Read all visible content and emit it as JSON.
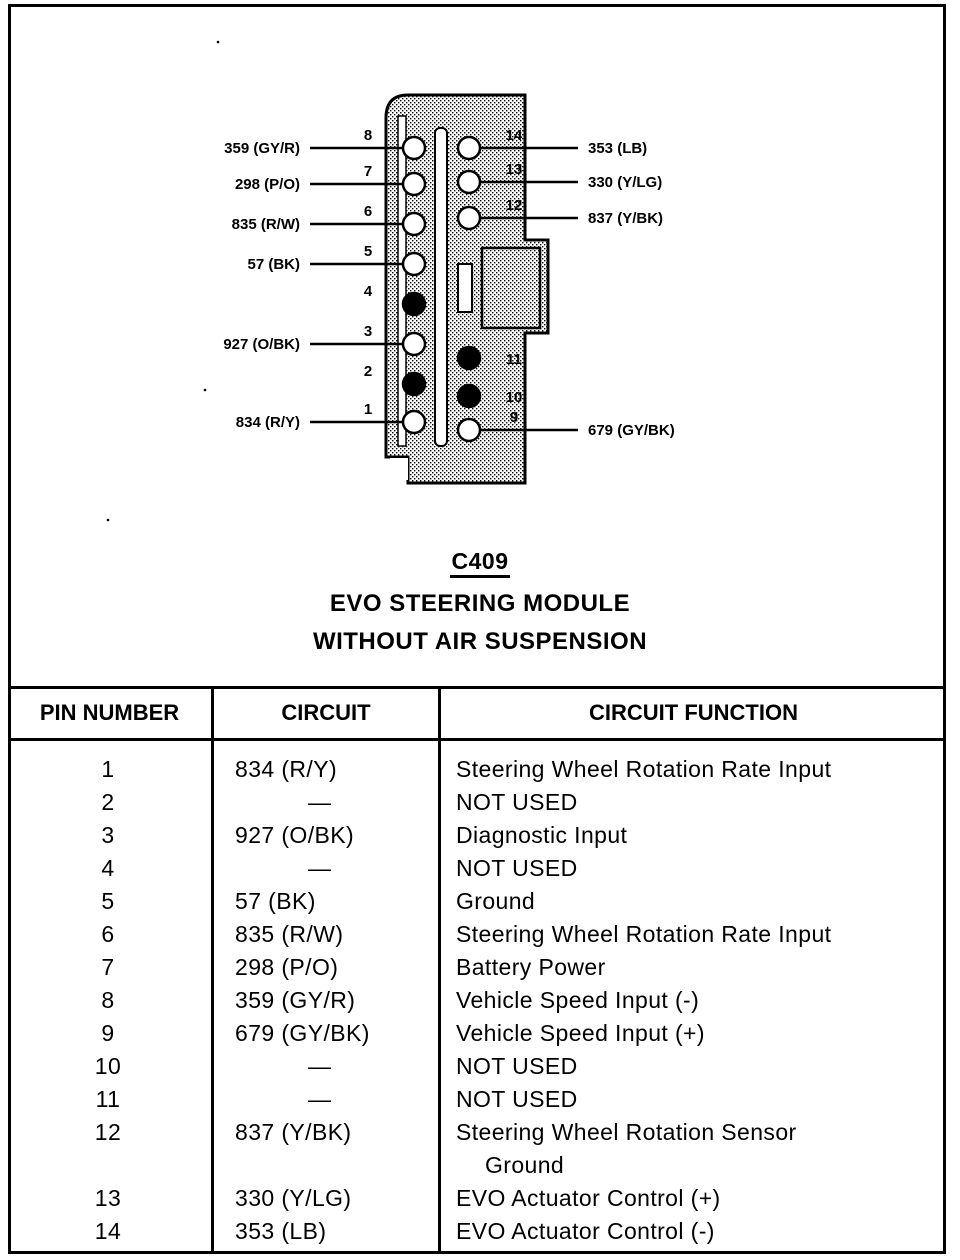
{
  "connector": {
    "id": "C409",
    "title": "EVO STEERING MODULE",
    "subtitle": "WITHOUT AIR SUSPENSION"
  },
  "pins_left": [
    {
      "pin": "8",
      "label": "359 (GY/R)",
      "filled": false
    },
    {
      "pin": "7",
      "label": "298 (P/O)",
      "filled": false
    },
    {
      "pin": "6",
      "label": "835 (R/W)",
      "filled": false
    },
    {
      "pin": "5",
      "label": "57 (BK)",
      "filled": false
    },
    {
      "pin": "4",
      "label": "",
      "filled": true
    },
    {
      "pin": "3",
      "label": "927 (O/BK)",
      "filled": false
    },
    {
      "pin": "2",
      "label": "",
      "filled": true
    },
    {
      "pin": "1",
      "label": "834 (R/Y)",
      "filled": false
    }
  ],
  "pins_right": [
    {
      "pin": "14",
      "label": "353 (LB)",
      "filled": false
    },
    {
      "pin": "13",
      "label": "330 (Y/LG)",
      "filled": false
    },
    {
      "pin": "12",
      "label": "837 (Y/BK)",
      "filled": false
    },
    {
      "pin": "11",
      "label": "",
      "filled": true
    },
    {
      "pin": "10",
      "label": "",
      "filled": true
    },
    {
      "pin": "9",
      "label": "679 (GY/BK)",
      "filled": false
    }
  ],
  "table": {
    "headers": {
      "pin": "PIN NUMBER",
      "circuit": "CIRCUIT",
      "function": "CIRCUIT FUNCTION"
    },
    "rows": [
      {
        "pin": "1",
        "circuit": "834 (R/Y)",
        "function": "Steering Wheel Rotation Rate Input"
      },
      {
        "pin": "2",
        "circuit": "—",
        "function": "NOT USED"
      },
      {
        "pin": "3",
        "circuit": "927 (O/BK)",
        "function": "Diagnostic Input"
      },
      {
        "pin": "4",
        "circuit": "—",
        "function": "NOT USED"
      },
      {
        "pin": "5",
        "circuit": "57 (BK)",
        "function": "Ground"
      },
      {
        "pin": "6",
        "circuit": "835 (R/W)",
        "function": "Steering Wheel Rotation Rate Input"
      },
      {
        "pin": "7",
        "circuit": "298 (P/O)",
        "function": "Battery Power"
      },
      {
        "pin": "8",
        "circuit": "359 (GY/R)",
        "function": "Vehicle Speed Input (-)"
      },
      {
        "pin": "9",
        "circuit": "679 (GY/BK)",
        "function": "Vehicle Speed Input (+)"
      },
      {
        "pin": "10",
        "circuit": "—",
        "function": "NOT USED"
      },
      {
        "pin": "11",
        "circuit": "—",
        "function": "NOT USED"
      },
      {
        "pin": "12",
        "circuit": "837 (Y/BK)",
        "function": "Steering Wheel Rotation Sensor",
        "function_cont": "Ground"
      },
      {
        "pin": "13",
        "circuit": "330 (Y/LG)",
        "function": "EVO Actuator Control (+)"
      },
      {
        "pin": "14",
        "circuit": "353 (LB)",
        "function": "EVO Actuator Control (-)"
      }
    ]
  }
}
